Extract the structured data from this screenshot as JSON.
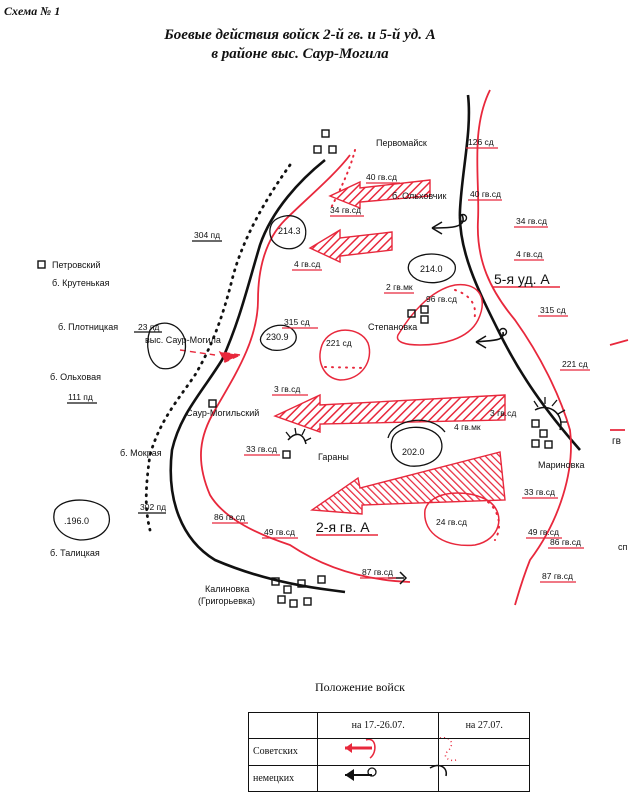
{
  "scheme_label": "Схема № 1",
  "title_line1": "Боевые действия войск 2-й гв. и 5-й уд. А",
  "title_line2": "в районе выс. Саур-Могила",
  "colors": {
    "soviet": "#e8283c",
    "german": "#111111",
    "soviet_fill": "#f06a7a"
  },
  "places": {
    "pervomaysk": "Первомайск",
    "petrovsky": "Петровский",
    "krutenkaya": "б. Крутенькая",
    "plotnitskaya": "б. Плотницкая",
    "saur_mogila_h": "выс. Саур-Могила",
    "olkhovaya": "б. Ольховая",
    "saur_mogilsky": "Саур-Могильский",
    "mokraya": "б. Мокрая",
    "talitskaya": "б. Талицкая",
    "kalinovka": "Калиновка",
    "grigorievka": "(Григорьевка)",
    "garany": "Гараны",
    "stepanovka": "Степановка",
    "marinovka": "Мариновка",
    "olkhovchik": "б. Ольховчик"
  },
  "heights": {
    "h214_3": "214.3",
    "h214_0": "214.0",
    "h230_9": "230.9",
    "h202_0": "202.0",
    "h196_0": ".196.0"
  },
  "armies": {
    "a5": "5-я уд. А",
    "a2": "2-я гв. А"
  },
  "soviet_units": {
    "u126": "126 сд",
    "u40gv": "40 гв.сд",
    "u40gv_b": "40 гв.сд",
    "u34gv": "34 гв.сд",
    "u34gv_b": "34 гв.сд",
    "u4gv": "4 гв.сд",
    "u4gv_b": "4 гв.сд",
    "u2gvmk": "2 гв.мк",
    "u96": "96 гв.сд",
    "u315": "315 сд",
    "u315_b": "315 сд",
    "u221": "221 сд",
    "u221_b": "221 сд",
    "u3gv": "3 гв.сд",
    "u3gv_b": "3 гв.сд",
    "u4gvmk": "4 гв.мк",
    "u33gv": "33 гв.сд",
    "u33gv_b": "33 гв.сд",
    "u86": "86 гв.сд",
    "u86_b": "86 гв.сд",
    "u49": "49 гв.сд",
    "u49_b": "49 гв.сд",
    "u87": "87 гв.сд",
    "u87_b": "87 гв.сд",
    "u24": "24 гв.сд"
  },
  "german_units": {
    "p304": "304 пд",
    "p23": "23 пд",
    "p111": "111 пд",
    "p302": "302 пд"
  },
  "edge_cut": {
    "gv": "гв",
    "sp": "сп"
  },
  "legend": {
    "title": "Положение войск",
    "col1": "на 17.-26.07.",
    "col2": "на 27.07.",
    "row1": "Советских",
    "row2": "немецких"
  }
}
